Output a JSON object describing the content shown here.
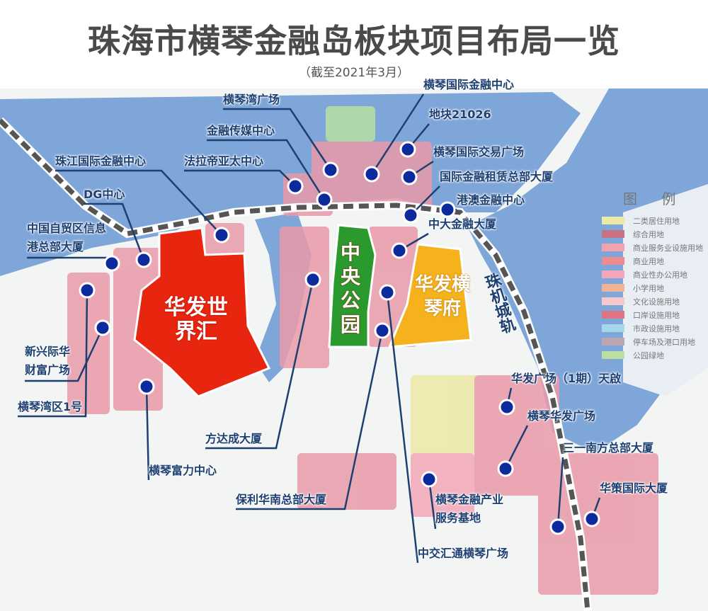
{
  "title": "珠海市横琴金融岛板块项目布局一览",
  "subtitle": "（截至2021年3月）",
  "colors": {
    "water": "#7fa6d9",
    "land": "#f2f5f3",
    "label": "#1d3f72",
    "dot": "#0d2a9c",
    "shijiehui": "#e8250f",
    "park": "#2a9a2e",
    "hengqinfu": "#f5b21c"
  },
  "areas": {
    "shijiehui": "华发世界汇",
    "park": "中央公园",
    "hengqinfu": "华发横琴府",
    "rail": "珠机城轨"
  },
  "projects": [
    {
      "name": "横琴湾广场"
    },
    {
      "name": "金融传媒中心"
    },
    {
      "name": "法拉帝亚太中心"
    },
    {
      "name": "珠江国际金融中心"
    },
    {
      "name": "DG中心"
    },
    {
      "name": "中国自贸区信息港总部大厦"
    },
    {
      "name": "新兴际华财富广场"
    },
    {
      "name": "横琴湾区1号"
    },
    {
      "name": "横琴富力中心"
    },
    {
      "name": "方达成大厦"
    },
    {
      "name": "保利华南总部大厦"
    },
    {
      "name": "中交汇通横琴广场"
    },
    {
      "name": "横琴金融产业服务基地"
    },
    {
      "name": "横琴国际金融中心"
    },
    {
      "name": "地块21026"
    },
    {
      "name": "横琴国际交易广场"
    },
    {
      "name": "国际金融租赁总部大厦"
    },
    {
      "name": "港澳金融中心"
    },
    {
      "name": "中大金融大厦"
    },
    {
      "name": "华发广场（1期）天啟"
    },
    {
      "name": "横琴华发广场"
    },
    {
      "name": "三一南方总部大厦"
    },
    {
      "name": "华策国际大厦"
    }
  ],
  "legend": {
    "title": "图 例",
    "items": [
      {
        "label": "二类居住用地",
        "color": "#ece9a6"
      },
      {
        "label": "综合用地",
        "color": "#c97283"
      },
      {
        "label": "商业服务业设施用地",
        "color": "#f0a3ae"
      },
      {
        "label": "商业用地",
        "color": "#ec8c8e"
      },
      {
        "label": "商业性办公用地",
        "color": "#f3a7b8"
      },
      {
        "label": "小学用地",
        "color": "#f0b393"
      },
      {
        "label": "文化设施用地",
        "color": "#f6c8cb"
      },
      {
        "label": "口岸设施用地",
        "color": "#dc7482"
      },
      {
        "label": "市政设施用地",
        "color": "#a6d6ea"
      },
      {
        "label": "停车场及港口用地",
        "color": "#bca6b2"
      },
      {
        "label": "公园绿地",
        "color": "#b9dfa5"
      }
    ]
  }
}
